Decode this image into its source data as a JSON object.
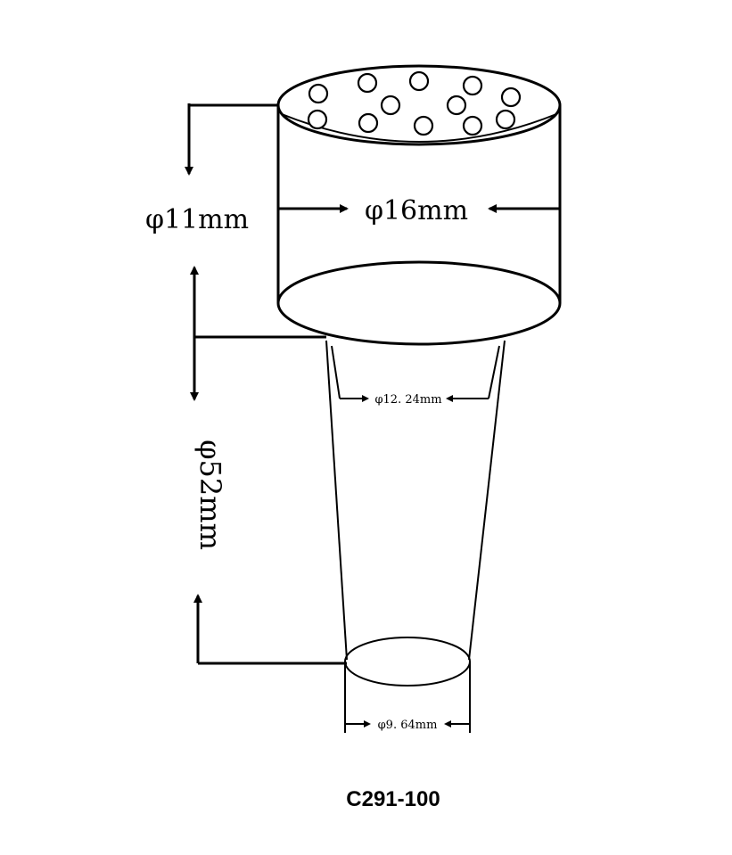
{
  "dimensions": {
    "height_top": "φ11mm",
    "diameter_top": "φ16mm",
    "diameter_neck": "φ12. 24mm",
    "length": "φ52mm",
    "diameter_bottom": "φ9. 64mm"
  },
  "model_code": "C291-100"
}
